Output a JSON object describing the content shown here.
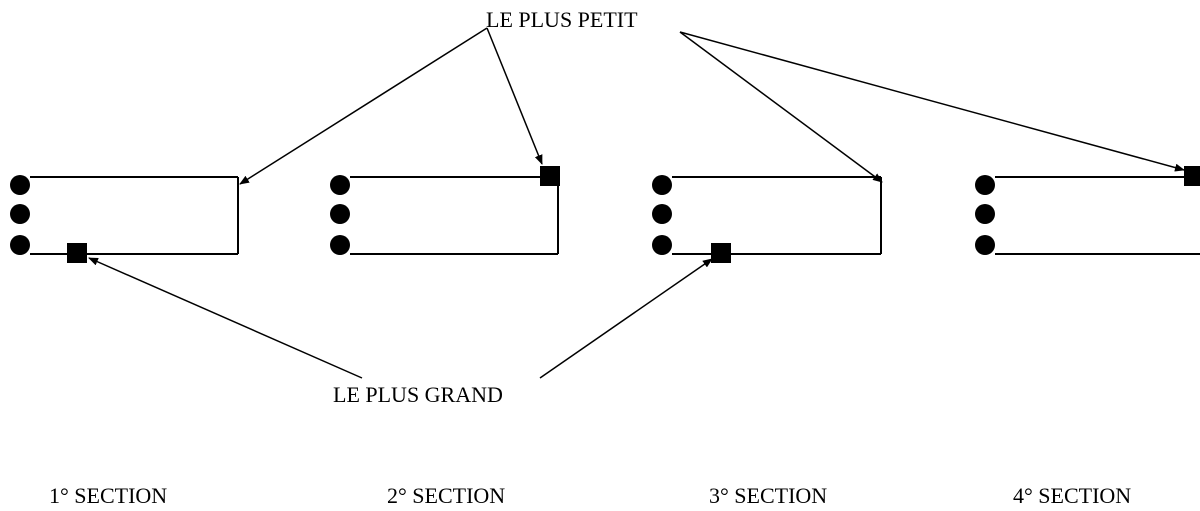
{
  "labels": {
    "smallest": "LE PLUS PETIT",
    "largest": "LE PLUS GRAND"
  },
  "sections": [
    {
      "label": "1° SECTION"
    },
    {
      "label": "2° SECTION"
    },
    {
      "label": "3° SECTION"
    },
    {
      "label": "4° SECTION"
    }
  ]
}
